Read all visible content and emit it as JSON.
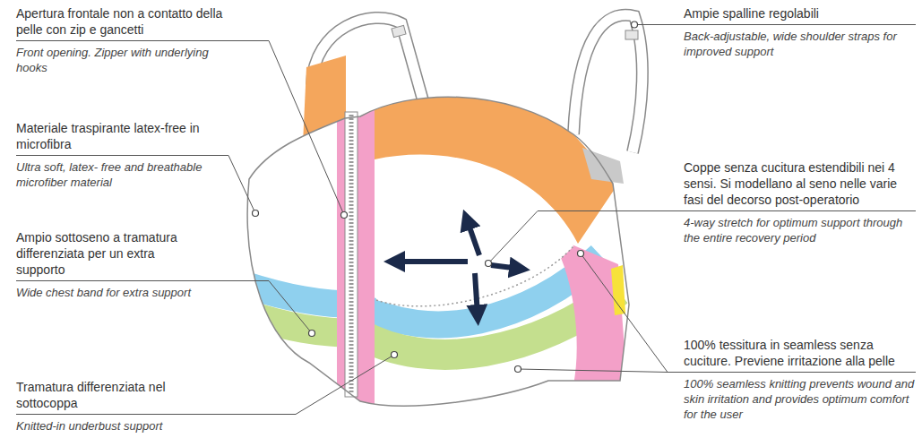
{
  "diagram": {
    "labels": [
      "Apertura frontale non a contatto della pelle con zip e gancetti",
      "Front opening. Zipper with underlying hooks",
      "Materiale traspirante latex-free in microfibra",
      "Ultra soft, latex- free and breathable microfiber material",
      "Ampio sottoseno a tramatura differenziata per un extra supporto",
      "Wide chest band for extra support",
      "Tramatura differenziata nel sottocoppa",
      "Knitted-in underbust support",
      "Ampie spalline regolabili",
      "Back-adjustable, wide shoulder straps for improved support",
      "Coppe senza cucitura estendibili nei 4 sensi. Si modellano al seno nelle varie fasi del decorso post-operatorio",
      "4-way stretch for optimum support through the entire recovery period",
      "100% tessitura in seamless senza cuciture. Previene irritazione alla pelle",
      "100% seamless knitting prevents wound and skin irritation and provides optimum comfort for the user"
    ]
  }
}
